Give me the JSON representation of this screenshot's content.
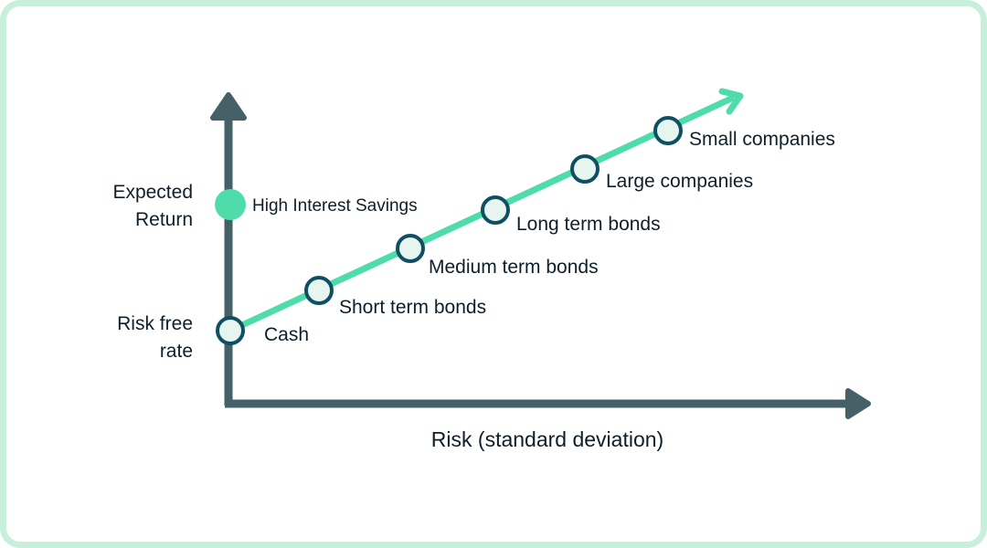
{
  "colors": {
    "frame_border": "#c7efdc",
    "axis": "#456066",
    "line": "#4fdcab",
    "node_fill": "#e6f6ef",
    "node_stroke": "#0f4f63",
    "highlight_dot": "#4fdcab",
    "text": "#0f1f2a"
  },
  "y_axis_label": {
    "line1": "Expected",
    "line2": "Return"
  },
  "risk_free_label": {
    "line1": "Risk free",
    "line2": "rate"
  },
  "x_axis_label": "Risk (standard deviation)",
  "highlight": {
    "label": "High Interest Savings"
  },
  "nodes": [
    {
      "id": "cash",
      "label": "Cash"
    },
    {
      "id": "short",
      "label": "Short term bonds"
    },
    {
      "id": "medium",
      "label": "Medium term bonds"
    },
    {
      "id": "long",
      "label": "Long term bonds"
    },
    {
      "id": "large",
      "label": "Large companies"
    },
    {
      "id": "small",
      "label": "Small companies"
    }
  ]
}
